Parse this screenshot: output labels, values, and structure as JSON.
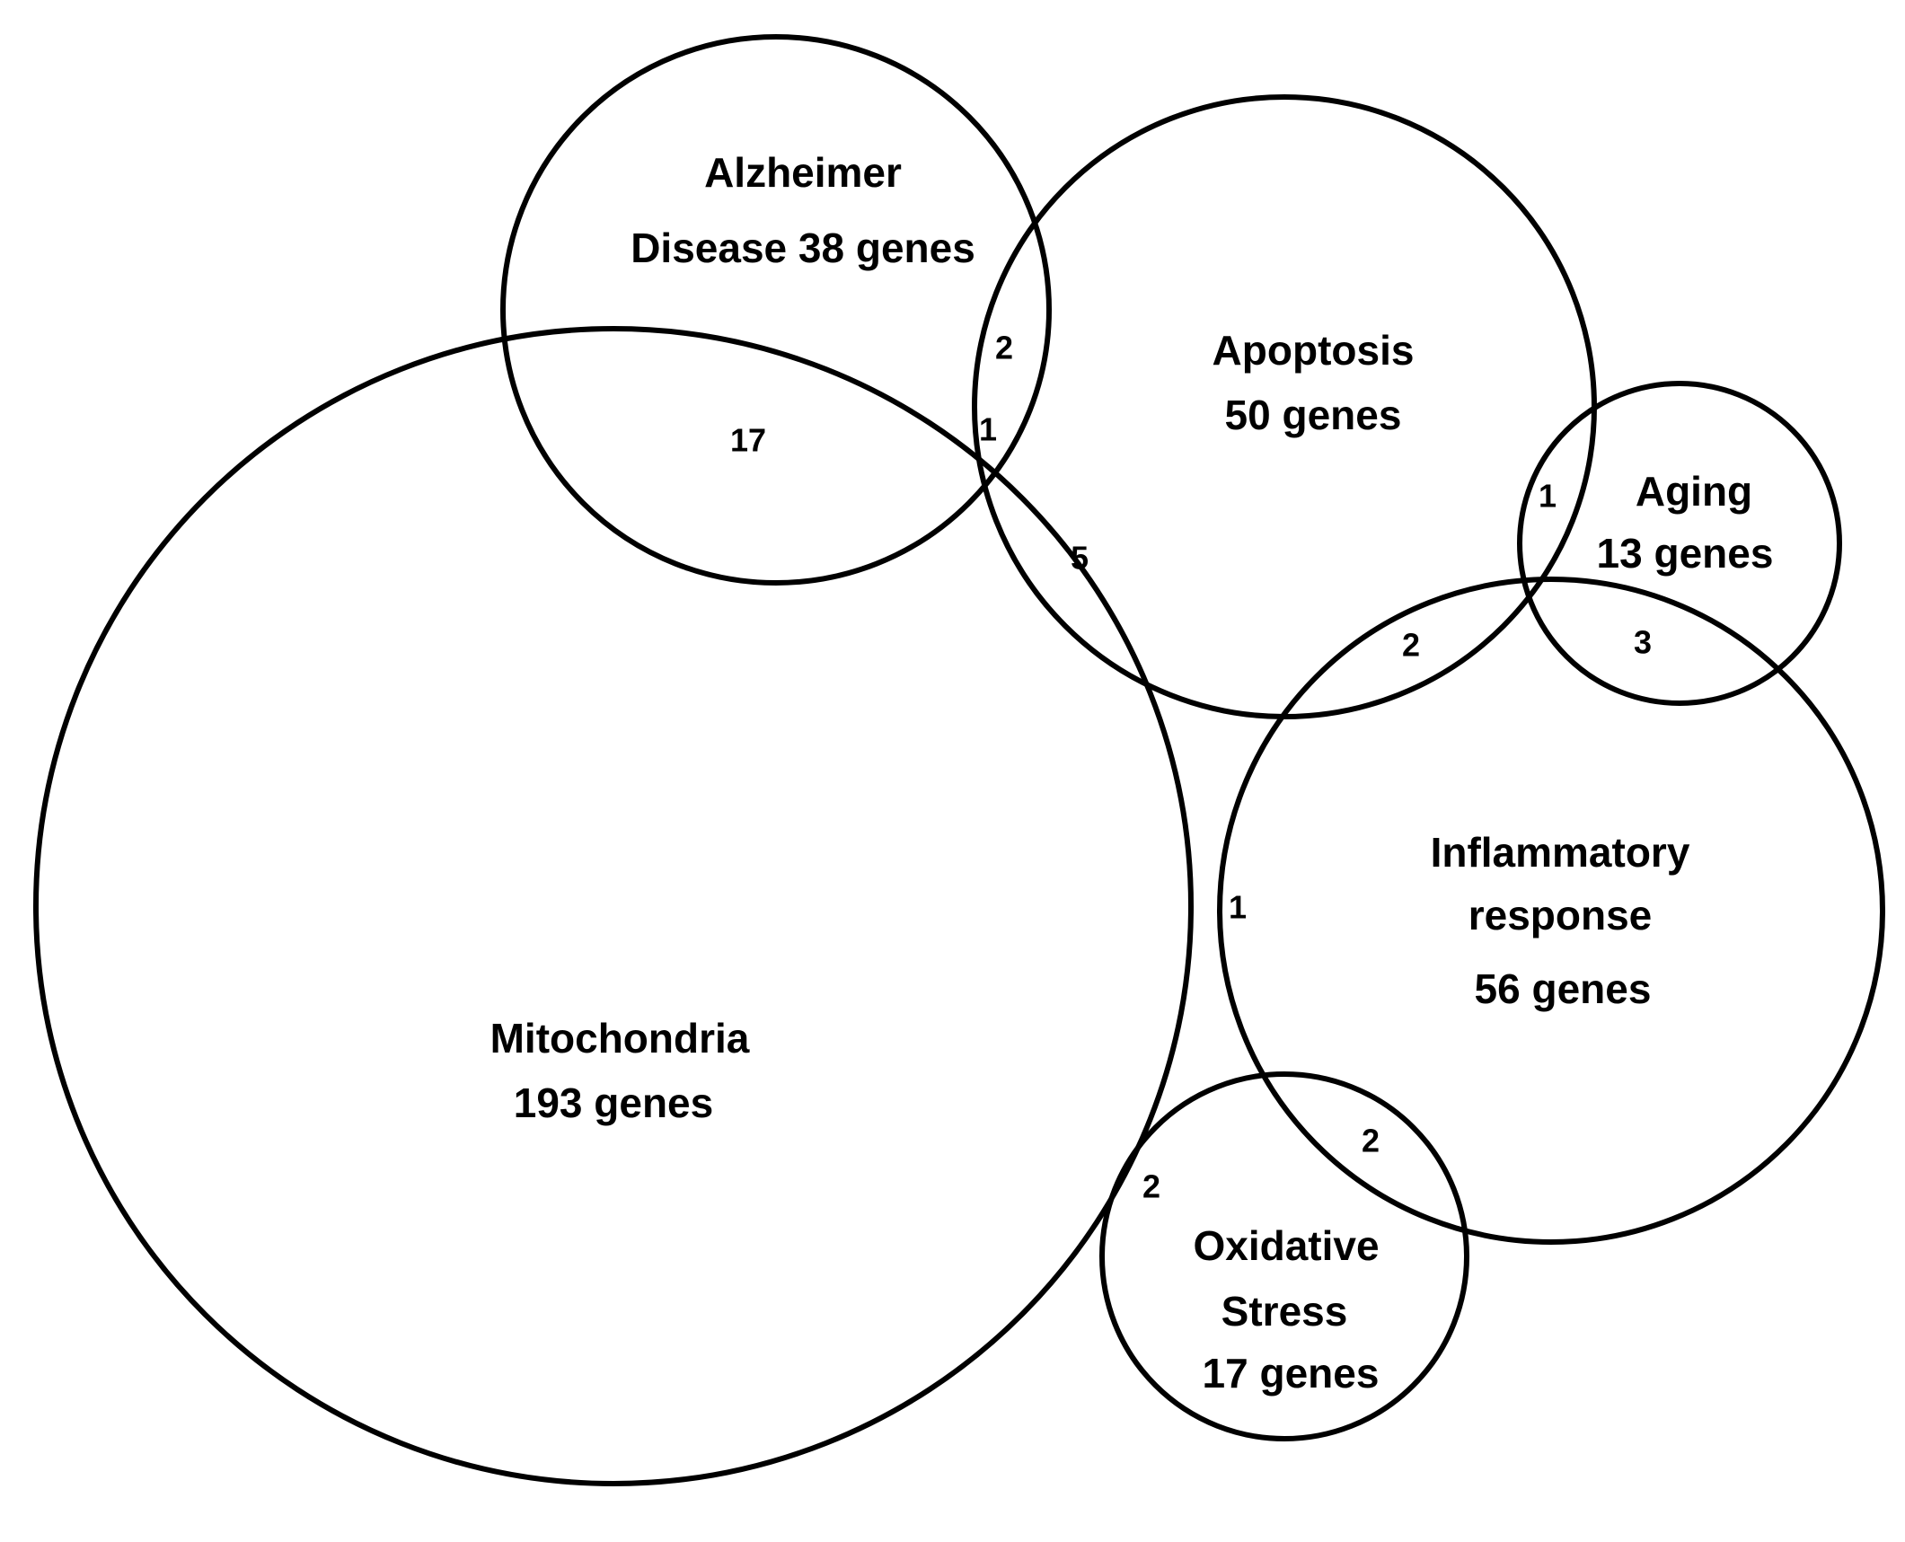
{
  "diagram": {
    "type": "venn",
    "stroke_color": "#000000",
    "background_color": "#ffffff",
    "sets": {
      "mitochondria": {
        "line1": "Mitochondria",
        "line2": "193 genes"
      },
      "alzheimer": {
        "line1": "Alzheimer",
        "line2": "Disease 38 genes"
      },
      "apoptosis": {
        "line1": "Apoptosis",
        "line2": "50 genes"
      },
      "aging": {
        "line1": "Aging",
        "line2": "13 genes"
      },
      "inflammatory": {
        "line1": "Inflammatory",
        "line2": "response",
        "line3": "56 genes"
      },
      "oxidative": {
        "line1": "Oxidative",
        "line2": "Stress",
        "line3": "17 genes"
      }
    },
    "overlaps": {
      "mito_alz": "17",
      "alz_apop": "2",
      "mito_alz_apop": "1",
      "mito_apop": "5",
      "apop_aging": "1",
      "apop_infl": "2",
      "aging_infl": "3",
      "mito_infl": "1",
      "mito_oxid": "2",
      "infl_oxid": "2"
    }
  }
}
